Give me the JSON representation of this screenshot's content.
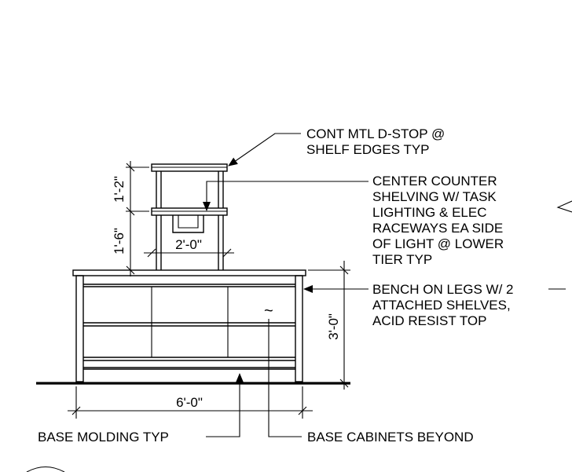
{
  "notes": {
    "d_stop": [
      "CONT MTL D-STOP @",
      "SHELF EDGES TYP"
    ],
    "center_shelving": [
      "CENTER COUNTER",
      "SHELVING W/ TASK",
      "LIGHTING & ELEC",
      "RACEWAYS EA SIDE",
      "OF LIGHT @ LOWER",
      "TIER TYP"
    ],
    "bench": [
      "BENCH ON LEGS W/ 2",
      "ATTACHED SHELVES,",
      "ACID RESIST TOP"
    ],
    "base_molding": "BASE MOLDING TYP",
    "base_cabinets": "BASE CABINETS BEYOND"
  },
  "dimensions": {
    "shelf_upper": "1'-2\"",
    "shelf_lower": "1'-6\"",
    "shelf_width": "2'-0\"",
    "bench_height": "3'-0\"",
    "bench_width": "6'-0\""
  },
  "symbols": {
    "cabinet_mark": "~"
  }
}
